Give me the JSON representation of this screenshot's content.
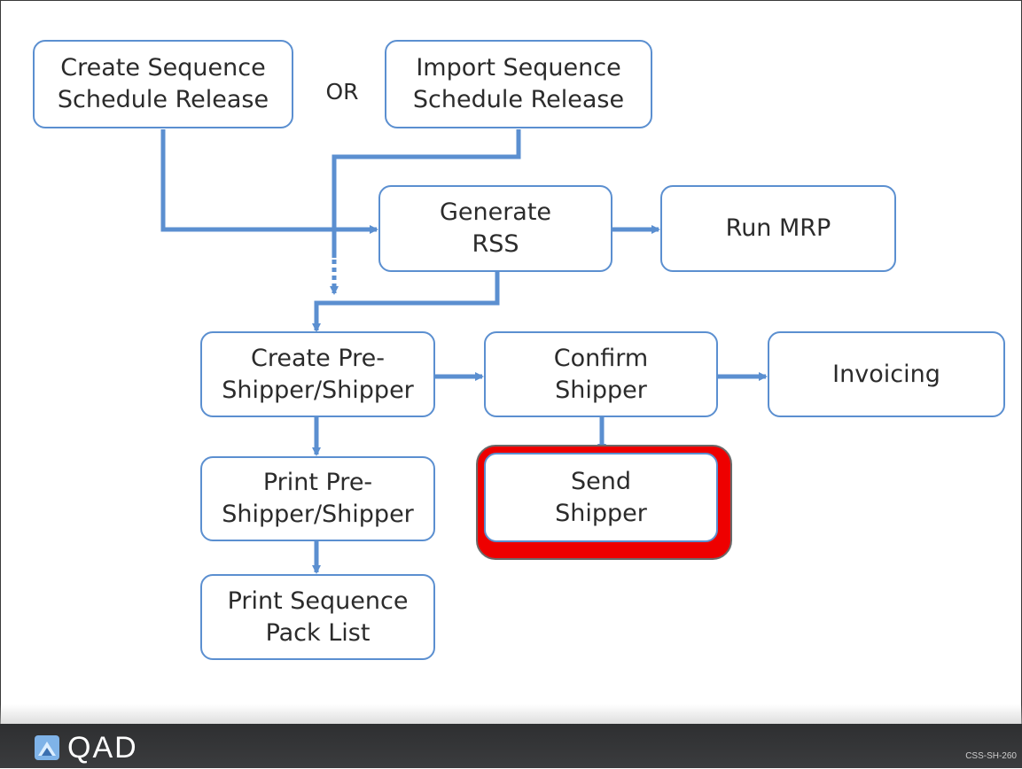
{
  "diagram": {
    "create_release": "Create Sequence\nSchedule Release",
    "or_label": "OR",
    "import_release": "Import Sequence\nSchedule Release",
    "generate_rss": "Generate\nRSS",
    "run_mrp": "Run MRP",
    "create_shipper": "Create Pre-\nShipper/Shipper",
    "confirm_shipper": "Confirm\nShipper",
    "invoicing": "Invoicing",
    "print_shipper": "Print Pre-\nShipper/Shipper",
    "send_shipper": "Send\nShipper",
    "print_pack_list": "Print Sequence\nPack List"
  },
  "colors": {
    "box_border": "#5b8fd0",
    "arrow": "#5b8fd0",
    "highlight": "#ee0000"
  },
  "footer": {
    "logo_text": "QAD",
    "slide_id": "CSS-SH-260"
  }
}
